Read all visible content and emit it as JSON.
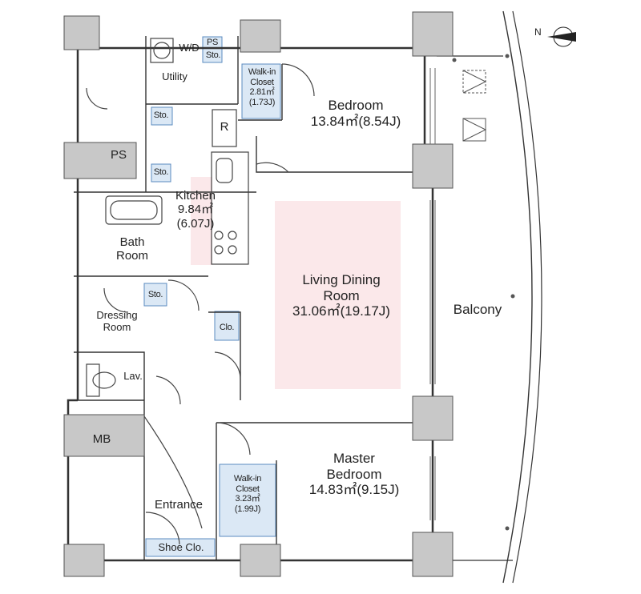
{
  "compass": {
    "north_label": "N"
  },
  "rooms": {
    "bedroom": {
      "name": "Bedroom",
      "area": "13.84㎡(8.54J)"
    },
    "walkin_closet_1": {
      "line1": "Walk-in",
      "line2": "Closet",
      "area": "2.81㎡",
      "jo": "(1.73J)"
    },
    "wd": "W/D",
    "ps_top": "PS",
    "sto_top": "Sto.",
    "utility": "Utility",
    "sto_left_1": "Sto.",
    "sto_left_2": "Sto.",
    "refrigerator": "R",
    "ps_left": "PS",
    "kitchen": {
      "name": "Kitchen",
      "area": "9.84㎡",
      "jo": "(6.07J)"
    },
    "bath": {
      "line1": "Bath",
      "line2": "Room"
    },
    "sto_bath": "Sto.",
    "living": {
      "line1": "Living Dining",
      "line2": "Room",
      "area": "31.06㎡(19.17J)"
    },
    "balcony": "Balcony",
    "dressing": {
      "line1": "Dressing",
      "line2": "Room"
    },
    "closet": "Clo.",
    "lavatory": "Lav.",
    "mb": "MB",
    "entrance": "Entrance",
    "walkin_closet_2": {
      "line1": "Walk-in",
      "line2": "Closet",
      "area": "3.23㎡",
      "jo": "(1.99J)"
    },
    "master": {
      "line1": "Master",
      "line2": "Bedroom",
      "area": "14.83㎡(9.15J)"
    },
    "shoe_closet": "Shoe Clo."
  },
  "colors": {
    "wall": "#c8c8c8",
    "wall_stroke": "#555555",
    "living_fill": "#fbe8ea",
    "storage_fill": "#dbe8f5",
    "line": "#333333"
  }
}
